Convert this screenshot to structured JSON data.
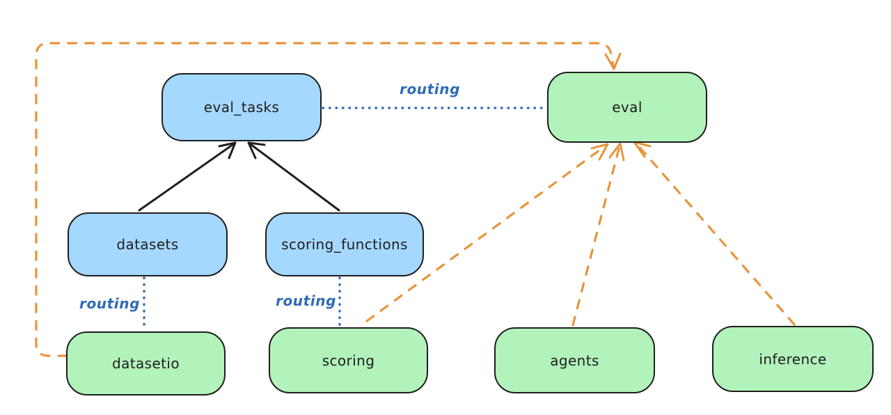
{
  "colors": {
    "background": "#ffffff",
    "stroke": "#1e1e1e",
    "blue_fill": "#a5d8ff",
    "green_fill": "#b2f2bb",
    "orange_edge": "#e8943a",
    "routing_blue": "#2f6cb5"
  },
  "nodes": {
    "eval_tasks": {
      "label": "eval_tasks",
      "color": "blue"
    },
    "datasets": {
      "label": "datasets",
      "color": "blue"
    },
    "scoring_functions": {
      "label": "scoring_functions",
      "color": "blue"
    },
    "eval": {
      "label": "eval",
      "color": "green"
    },
    "datasetio": {
      "label": "datasetio",
      "color": "green"
    },
    "scoring": {
      "label": "scoring",
      "color": "green"
    },
    "agents": {
      "label": "agents",
      "color": "green"
    },
    "inference": {
      "label": "inference",
      "color": "green"
    }
  },
  "edge_labels": {
    "routing_eval_tasks_eval": "routing",
    "routing_datasets_datasetio": "routing",
    "routing_scoring_functions_scoring": "routing"
  },
  "edges": [
    {
      "from": "datasets",
      "to": "eval_tasks",
      "style": "solid-black-arrow"
    },
    {
      "from": "scoring_functions",
      "to": "eval_tasks",
      "style": "solid-black-arrow"
    },
    {
      "from": "eval_tasks",
      "to": "eval",
      "style": "dotted-blue",
      "label": "routing"
    },
    {
      "from": "datasets",
      "to": "datasetio",
      "style": "dotted-blue",
      "label": "routing"
    },
    {
      "from": "scoring_functions",
      "to": "scoring",
      "style": "dotted-blue",
      "label": "routing"
    },
    {
      "from": "datasetio",
      "to": "eval",
      "style": "dashed-orange-arrow"
    },
    {
      "from": "scoring",
      "to": "eval",
      "style": "dashed-orange-arrow"
    },
    {
      "from": "agents",
      "to": "eval",
      "style": "dashed-orange-arrow"
    },
    {
      "from": "inference",
      "to": "eval",
      "style": "dashed-orange-arrow"
    }
  ]
}
